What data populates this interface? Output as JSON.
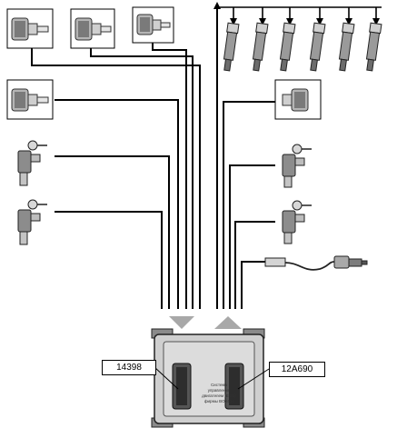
{
  "callouts": {
    "left_label": "14398",
    "right_label": "12A690"
  },
  "ecu": {
    "caption": "Система\nуправления\nдвигателем (ECU)\nфирмы BOSCH"
  },
  "components": {
    "top_sensors": 3,
    "left_column_sensors": 3,
    "right_column_sensors": 4,
    "injectors": 6
  },
  "colors": {
    "wire": "#000000",
    "body_fill": "#d0d0d0",
    "body_dark": "#6e6e6e",
    "arrow_fill": "#a8a8a8"
  }
}
